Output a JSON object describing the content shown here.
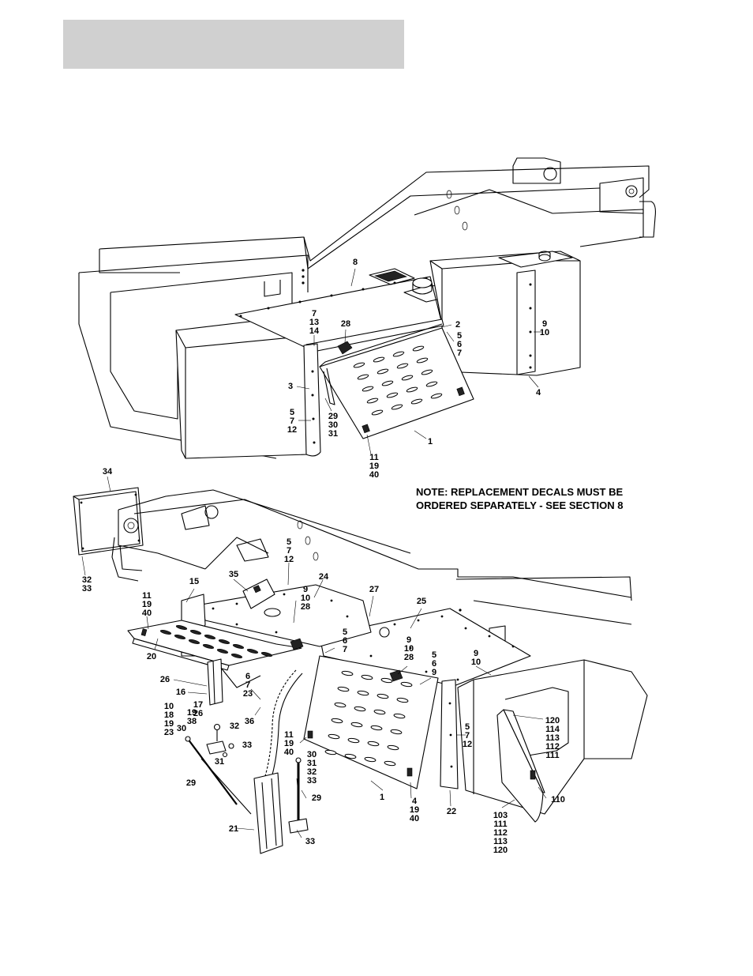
{
  "note": {
    "line1": "NOTE: REPLACEMENT DECALS MUST BE",
    "line2": "ORDERED SEPARATELY - SEE SECTION 8"
  },
  "labels": {
    "top": [
      [
        "8"
      ],
      [
        "28"
      ],
      [
        "2"
      ],
      [
        "7",
        "13",
        "14"
      ],
      [
        "5",
        "6",
        "7"
      ],
      [
        "9",
        "10"
      ],
      [
        "3"
      ],
      [
        "5",
        "7",
        "12"
      ],
      [
        "29",
        "30",
        "31"
      ],
      [
        "1"
      ],
      [
        "4"
      ],
      [
        "11",
        "19",
        "40"
      ]
    ],
    "bottom": [
      [
        "34"
      ],
      [
        "32",
        "33"
      ],
      [
        "5",
        "7",
        "12"
      ],
      [
        "35"
      ],
      [
        "24"
      ],
      [
        "15"
      ],
      [
        "11",
        "19",
        "40"
      ],
      [
        "9",
        "10",
        "28"
      ],
      [
        "27"
      ],
      [
        "25"
      ],
      [
        "5",
        "6",
        "7"
      ],
      [
        "9",
        "10",
        "28"
      ],
      [
        "5",
        "6",
        "9"
      ],
      [
        "9",
        "10"
      ],
      [
        "20"
      ],
      [
        "26"
      ],
      [
        "16"
      ],
      [
        "6",
        "7",
        "23"
      ],
      [
        "17",
        "26"
      ],
      [
        "10",
        "18",
        "19",
        "23"
      ],
      [
        "19",
        "38"
      ],
      [
        "36"
      ],
      [
        "30"
      ],
      [
        "32"
      ],
      [
        "33"
      ],
      [
        "31"
      ],
      [
        "29"
      ],
      [
        "11",
        "19",
        "40"
      ],
      [
        "30",
        "31",
        "32",
        "33"
      ],
      [
        "29"
      ],
      [
        "21"
      ],
      [
        "33"
      ],
      [
        "1"
      ],
      [
        "4",
        "19",
        "40"
      ],
      [
        "22"
      ],
      [
        "5",
        "7",
        "12"
      ],
      [
        "120",
        "114",
        "113",
        "112",
        "111"
      ],
      [
        "110"
      ],
      [
        "103",
        "111",
        "112",
        "113",
        "120"
      ]
    ]
  }
}
